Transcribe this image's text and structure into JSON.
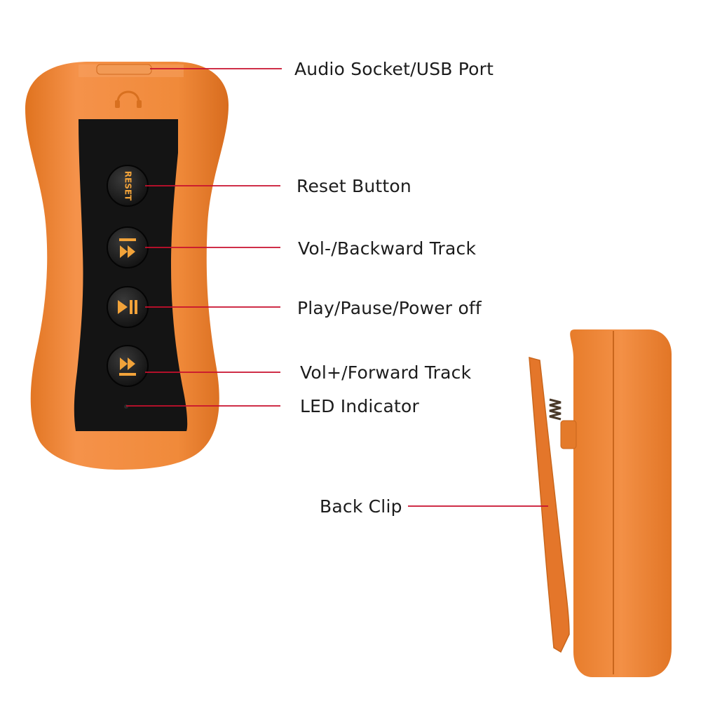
{
  "callouts": {
    "audio_socket": "Audio Socket/USB Port",
    "reset_button": "Reset Button",
    "vol_backward": "Vol-/Backward Track",
    "play_pause": "Play/Pause/Power off",
    "vol_forward": "Vol+/Forward Track",
    "led_indicator": "LED Indicator",
    "back_clip": "Back Clip"
  },
  "device": {
    "reset_button_text": "RESET"
  },
  "colors": {
    "body_orange": "#f08a3a",
    "body_shade": "#d86f22",
    "panel_black": "#141414",
    "button_glyph": "#f2a33a",
    "callout_line": "#c8102e"
  },
  "icons": [
    "headphone-icon",
    "previous-track-icon",
    "play-pause-icon",
    "next-track-icon"
  ]
}
